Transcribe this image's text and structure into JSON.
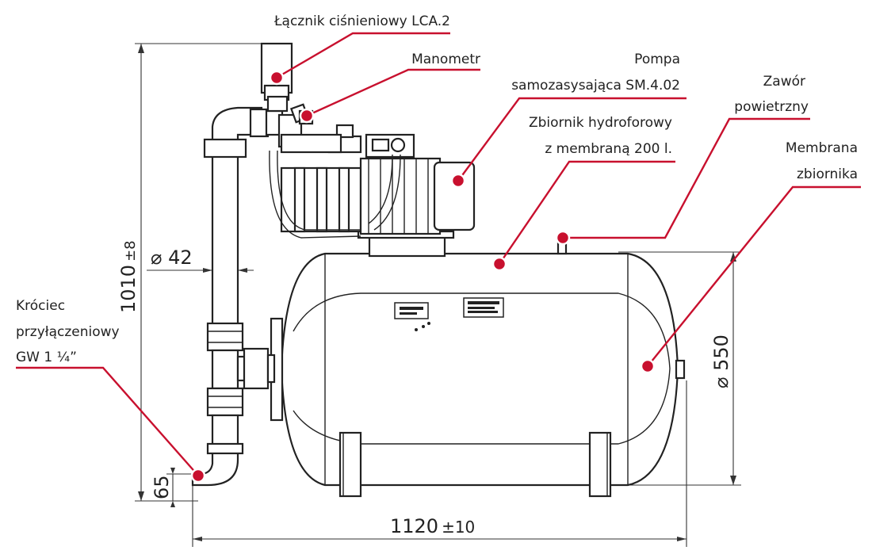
{
  "labels": {
    "pressure_switch": "Łącznik ciśnieniowy LCA.2",
    "manometer": "Manometr",
    "pump_line1": "Pompa",
    "pump_line2": "samozasysająca SM.4.02",
    "tank_line1": "Zbiornik hydroforowy",
    "tank_line2": "z membraną 200 l.",
    "air_valve_line1": "Zawór",
    "air_valve_line2": "powietrzny",
    "membrane_line1": "Membrana",
    "membrane_line2": "zbiornika",
    "connector_line1": "Króciec",
    "connector_line2": "przyłączeniowy",
    "connector_line3": "GW 1 ¼”"
  },
  "dimensions": {
    "height": "1010",
    "height_tol": "±8",
    "pipe_diameter": "⌀ 42",
    "tank_diameter": "⌀ 550",
    "base_offset": "65",
    "length": "1120",
    "length_tol": "±10"
  },
  "colors": {
    "accent": "#c8102e",
    "line": "#222222"
  }
}
